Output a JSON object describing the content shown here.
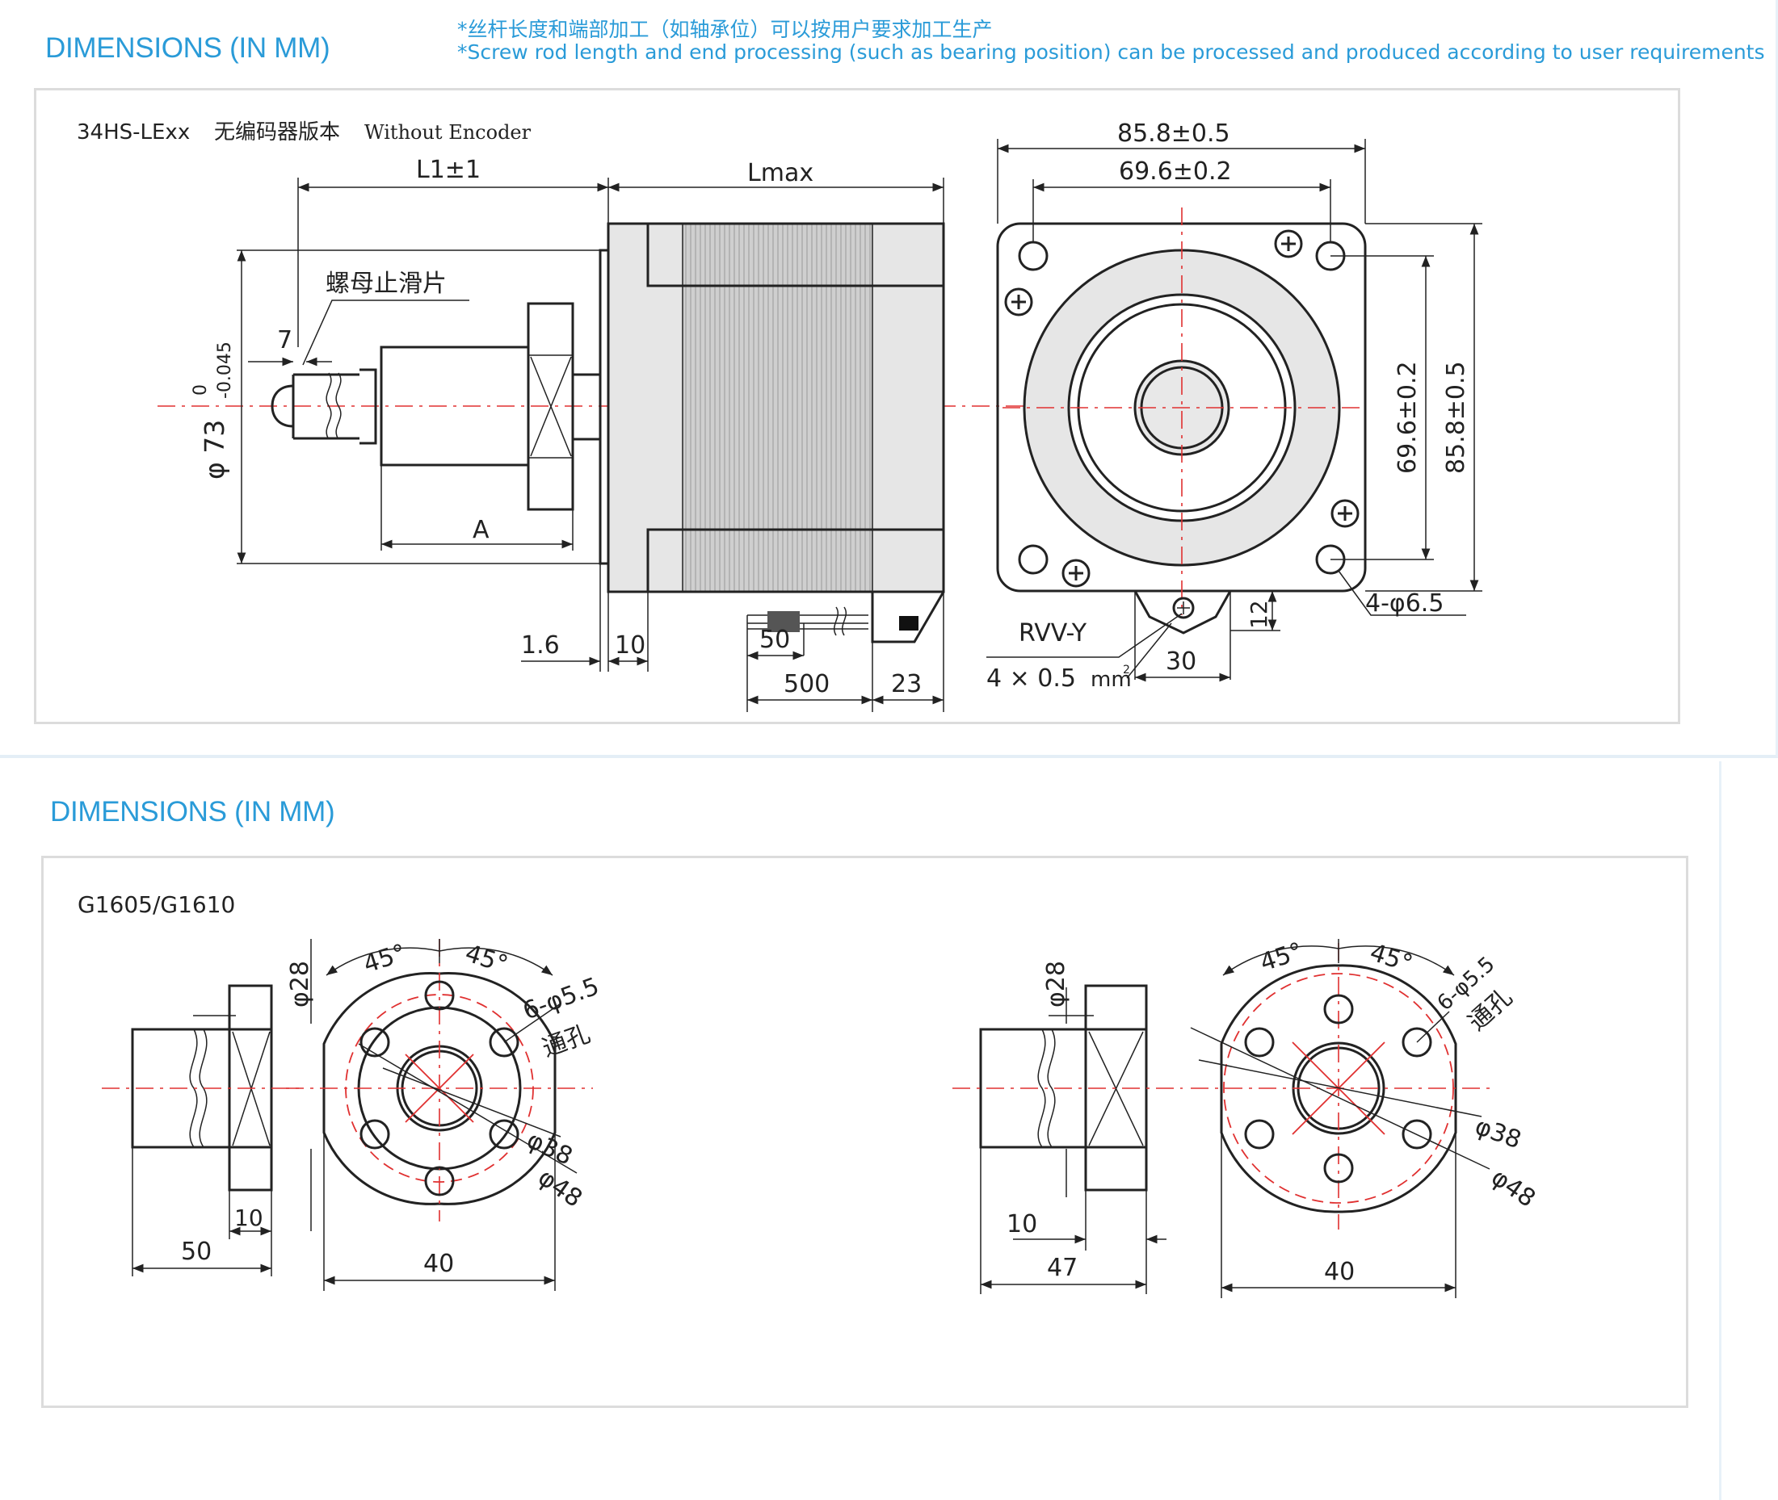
{
  "panel1": {
    "heading": "DIMENSIONS (IN MM)",
    "note_cn": "*丝杆长度和端部加工（如轴承位）可以按用户要求加工生产",
    "note_en": "*Screw rod length and end processing (such as bearing position) can be processed and produced according to user requirements",
    "drawing": {
      "title_model": "34HS-LExx",
      "title_cn": "无编码器版本",
      "title_en": "Without Encoder",
      "dim_l1": "L1±1",
      "dim_lmax": "Lmax",
      "dim_outer": "85.8±0.5",
      "dim_inner": "69.6±0.2",
      "nut_label": "螺母止滑片",
      "dim_7": "7",
      "dim_dia_prefix": "φ 73",
      "dim_dia_upper": "0",
      "dim_dia_lower": "-0.045",
      "dim_a": "A",
      "dim_16": "1.6",
      "dim_10": "10",
      "dim_50": "50",
      "dim_500": "500",
      "dim_23": "23",
      "cable_type": "RVV-Y",
      "cable_spec": "4 × 0.5",
      "cable_unit": "mm",
      "cable_sup": "2",
      "dim_30": "30",
      "dim_12": "12",
      "dim_holes": "4-φ6.5",
      "dim_v_inner": "69.6±0.2",
      "dim_v_outer": "85.8±0.5"
    }
  },
  "panel2": {
    "heading": "DIMENSIONS (IN MM)",
    "drawing": {
      "title": "G1605/G1610",
      "left": {
        "dim_d28": "φ28",
        "dim_45a": "45°",
        "dim_45b": "45°",
        "dim_holes": "6-φ5.5",
        "dim_through": "通孔",
        "dim_d38": "φ38",
        "dim_d48": "φ48",
        "dim_10": "10",
        "dim_50": "50",
        "dim_40": "40"
      },
      "right": {
        "dim_d28": "φ28",
        "dim_45a": "45°",
        "dim_45b": "45°",
        "dim_holes": "6-φ5.5",
        "dim_through": "通孔",
        "dim_d38": "φ38",
        "dim_d48": "φ48",
        "dim_10": "10",
        "dim_47": "47",
        "dim_40": "40"
      }
    }
  }
}
